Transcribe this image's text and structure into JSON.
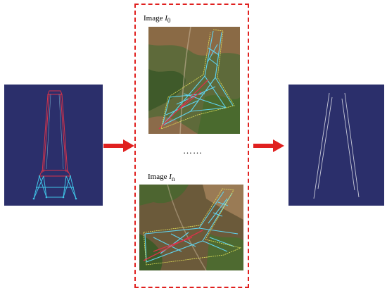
{
  "input_model": {
    "icon": "tower-wireframe-model"
  },
  "views": [
    {
      "label_prefix": "Image ",
      "label_var": "I",
      "label_sub": "0"
    },
    {
      "label_prefix": "Image ",
      "label_var": "I",
      "label_sub": "n"
    }
  ],
  "ellipsis": "……",
  "output_model": {
    "icon": "tower-edge-lines"
  },
  "colors": {
    "panel_bg": "#2b2f6b",
    "arrow": "#e0201f",
    "dashed_border": "#e0201f",
    "wire_cyan": "#3fc3e6",
    "wire_red": "#d8334a",
    "outline_yellow": "#e8e85a"
  }
}
